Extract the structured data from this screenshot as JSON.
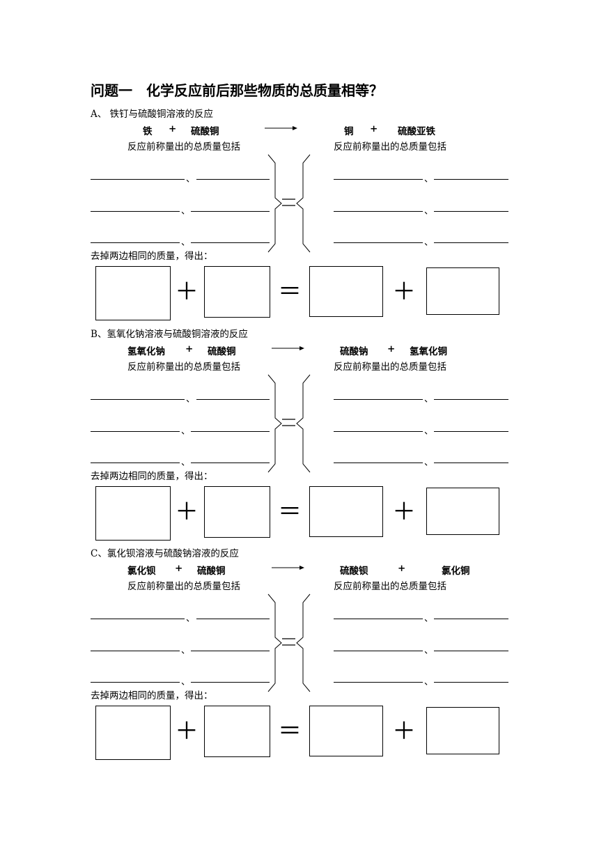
{
  "title": "问题一　化学反应前后那些物质的总质量相等？",
  "common": {
    "before_caption": "反应前称量出的总质量包括",
    "after_caption": "反应前称量出的总质量包括",
    "remove_text": "去掉两边相同的质量，得出：",
    "separator": "、",
    "plus": "＋",
    "equals": "＝"
  },
  "sections": [
    {
      "heading": "A、 铁钉与硫酸铜溶液的反应",
      "reactant1": "铁",
      "plus1": "+",
      "reactant2": "硫酸铜",
      "product1": "铜",
      "plus2": "+",
      "product2": "硫酸亚铁"
    },
    {
      "heading": "B、氢氧化钠溶液与硫酸铜溶液的反应",
      "reactant1": "氢氧化钠",
      "plus1": "+",
      "reactant2": "硫酸铜",
      "product1": "硫酸钠",
      "plus2": "+",
      "product2": "氢氧化铜"
    },
    {
      "heading": "C、氯化钡溶液与硫酸钠溶液的反应",
      "reactant1": "氯化钡",
      "plus1": "+",
      "reactant2": "硫酸铜",
      "product1": "硫酸钡",
      "plus2": "+",
      "product2": "氯化铜"
    }
  ]
}
